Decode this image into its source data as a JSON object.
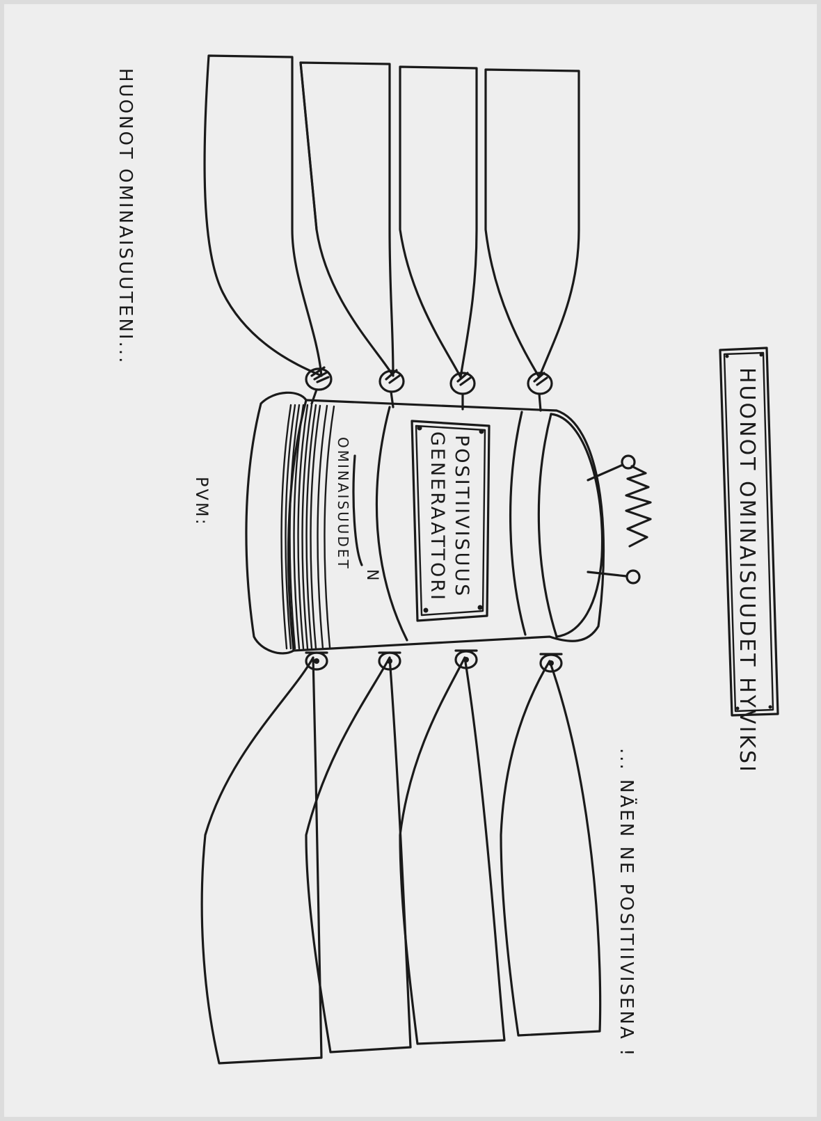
{
  "worksheet": {
    "title": "HUONOT OMINAISUUDET HYVIKSI",
    "left_caption": "HUONOT OMINAISUUTENI...",
    "right_caption": "... NÄEN NE POSITIIVISENA !",
    "date_label": "PVM:",
    "machine": {
      "plate_line1": "POSITIIVISUUS",
      "plate_line2": "GENERAATTORI",
      "dial_unit": "N",
      "dial_label": "OMINAISUUDET"
    },
    "input_box_count": 4,
    "output_box_count": 4,
    "colors": {
      "paper": "#eeeeee",
      "ink": "#1a1a1a",
      "background": "#dcdcdc"
    }
  }
}
